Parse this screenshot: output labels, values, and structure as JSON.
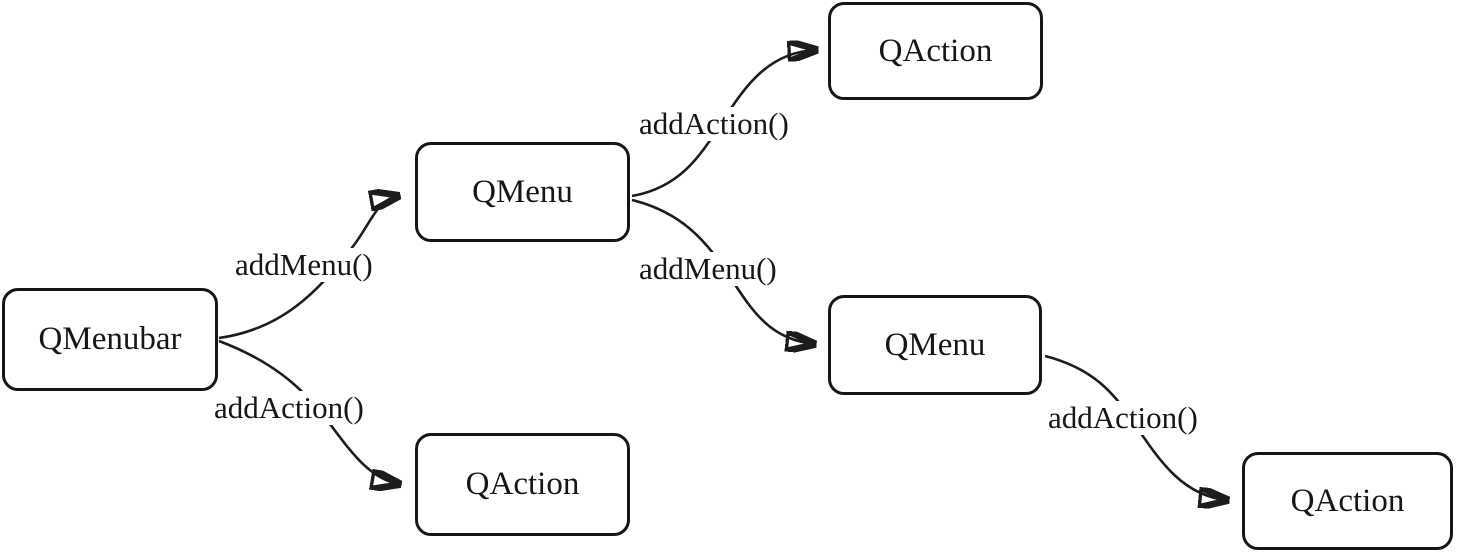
{
  "diagram": {
    "nodes": [
      {
        "id": "qmenubar",
        "label": "QMenubar"
      },
      {
        "id": "qmenu-top",
        "label": "QMenu"
      },
      {
        "id": "qaction-top",
        "label": "QAction"
      },
      {
        "id": "qmenu-right",
        "label": "QMenu"
      },
      {
        "id": "qaction-middle",
        "label": "QAction"
      },
      {
        "id": "qaction-bottom",
        "label": "QAction"
      }
    ],
    "edges": [
      {
        "from": "qmenubar",
        "to": "qmenu-top",
        "label": "addMenu()"
      },
      {
        "from": "qmenubar",
        "to": "qaction-middle",
        "label": "addAction()"
      },
      {
        "from": "qmenu-top",
        "to": "qaction-top",
        "label": "addAction()"
      },
      {
        "from": "qmenu-top",
        "to": "qmenu-right",
        "label": "addMenu()"
      },
      {
        "from": "qmenu-right",
        "to": "qaction-bottom",
        "label": "addAction()"
      }
    ],
    "colors": {
      "stroke": "#1c1c1c",
      "box_border": "#161616",
      "box_fill": "#ffffff",
      "background": "#ffffff"
    }
  }
}
